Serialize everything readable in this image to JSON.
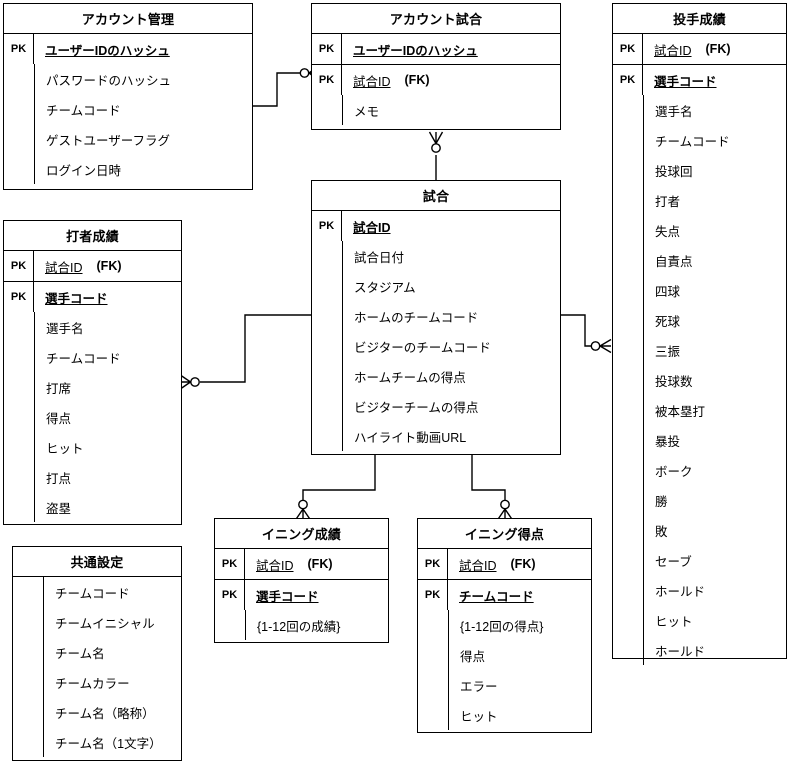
{
  "diagram": {
    "type": "er-diagram",
    "notation": "crow's-foot",
    "background": "#ffffff",
    "line_color": "#000000"
  },
  "entities": [
    {
      "id": "account_kanri",
      "name": "アカウント管理",
      "keys": [
        {
          "marker": "PK",
          "name": "ユーザーIDのハッシュ",
          "fk": ""
        }
      ],
      "attributes": [
        "パスワードのハッシュ",
        "チームコード",
        "ゲストユーザーフラグ",
        "ログイン日時"
      ]
    },
    {
      "id": "account_shiai",
      "name": "アカウント試合",
      "keys": [
        {
          "marker": "PK",
          "name": "ユーザーIDのハッシュ",
          "fk": ""
        },
        {
          "marker": "PK",
          "name": "試合ID",
          "fk": "(FK)"
        }
      ],
      "attributes": [
        "メモ"
      ]
    },
    {
      "id": "toushu_seiseki",
      "name": "投手成績",
      "keys": [
        {
          "marker": "PK",
          "name": "試合ID",
          "fk": "(FK)"
        },
        {
          "marker": "PK",
          "name": "選手コード",
          "fk": ""
        }
      ],
      "attributes": [
        "選手名",
        "チームコード",
        "投球回",
        "打者",
        "失点",
        "自責点",
        "四球",
        "死球",
        "三振",
        "投球数",
        "被本塁打",
        "暴投",
        "ボーク",
        "勝",
        "敗",
        "セーブ",
        "ホールド",
        "ヒット",
        "ホールド"
      ]
    },
    {
      "id": "dasha_seiseki",
      "name": "打者成績",
      "keys": [
        {
          "marker": "PK",
          "name": "試合ID",
          "fk": "(FK)"
        },
        {
          "marker": "PK",
          "name": "選手コード",
          "fk": ""
        }
      ],
      "attributes": [
        "選手名",
        "チームコード",
        "打席",
        "得点",
        "ヒット",
        "打点",
        "盗塁"
      ]
    },
    {
      "id": "kyoutsuu_settei",
      "name": "共通設定",
      "keys": [],
      "attributes": [
        "チームコード",
        "チームイニシャル",
        "チーム名",
        "チームカラー",
        "チーム名（略称）",
        "チーム名（1文字）"
      ]
    },
    {
      "id": "shiai",
      "name": "試合",
      "keys": [
        {
          "marker": "PK",
          "name": "試合ID",
          "fk": ""
        }
      ],
      "attributes": [
        "試合日付",
        "スタジアム",
        "ホームのチームコード",
        "ビジターのチームコード",
        "ホームチームの得点",
        "ビジターチームの得点",
        "ハイライト動画URL"
      ]
    },
    {
      "id": "inning_seiseki",
      "name": "イニング成績",
      "keys": [
        {
          "marker": "PK",
          "name": "試合ID",
          "fk": "(FK)"
        },
        {
          "marker": "PK",
          "name": "選手コード",
          "fk": ""
        }
      ],
      "attributes": [
        "{1-12回の成績}"
      ]
    },
    {
      "id": "inning_tokuten",
      "name": "イニング得点",
      "keys": [
        {
          "marker": "PK",
          "name": "試合ID",
          "fk": "(FK)"
        },
        {
          "marker": "PK",
          "name": "チームコード",
          "fk": ""
        }
      ],
      "attributes": [
        "{1-12回の得点}",
        "得点",
        "エラー",
        "ヒット"
      ]
    }
  ],
  "relationships": [
    {
      "from": "account_kanri",
      "to": "account_shiai",
      "from_end": "one",
      "to_end": "zero-or-many"
    },
    {
      "from": "account_shiai",
      "to": "shiai",
      "from_end": "zero-or-many",
      "to_end": "one"
    },
    {
      "from": "shiai",
      "to": "dasha_seiseki",
      "from_end": "one",
      "to_end": "zero-or-many"
    },
    {
      "from": "shiai",
      "to": "toushu_seiseki",
      "from_end": "one",
      "to_end": "zero-or-many"
    },
    {
      "from": "shiai",
      "to": "inning_seiseki",
      "from_end": "one",
      "to_end": "zero-or-many"
    },
    {
      "from": "shiai",
      "to": "inning_tokuten",
      "from_end": "one",
      "to_end": "zero-or-many"
    }
  ]
}
